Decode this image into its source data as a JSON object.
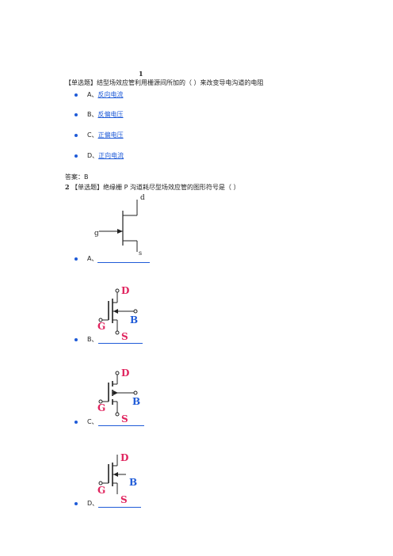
{
  "q1": {
    "number": "1",
    "text": "【单选题】结型场效应管利用栅源间所加的（  ）来改变导电沟道的电阻",
    "options": [
      {
        "label": "A、",
        "text": "反向电流"
      },
      {
        "label": "B、",
        "text": "反偏电压"
      },
      {
        "label": "C、",
        "text": "正偏电压"
      },
      {
        "label": "D、",
        "text": "正向电流"
      }
    ],
    "answer": "答案：B"
  },
  "q2": {
    "number": "2",
    "text": "【单选题】绝缘栅 P 沟道耗尽型场效应管的图形符号是（  ）",
    "figure_a": {
      "d": "d",
      "g": "g",
      "s": "s"
    },
    "options": [
      {
        "label": "A、"
      },
      {
        "label": "B、"
      },
      {
        "label": "C、"
      },
      {
        "label": "D、"
      }
    ],
    "pin_labels": {
      "D": "D",
      "G": "G",
      "B": "B",
      "S": "S"
    }
  },
  "colors": {
    "link": "#1f5bd8",
    "pin_red": "#e0245e",
    "pin_blue": "#1f5bd8",
    "bullet": "#1f5bd8"
  }
}
